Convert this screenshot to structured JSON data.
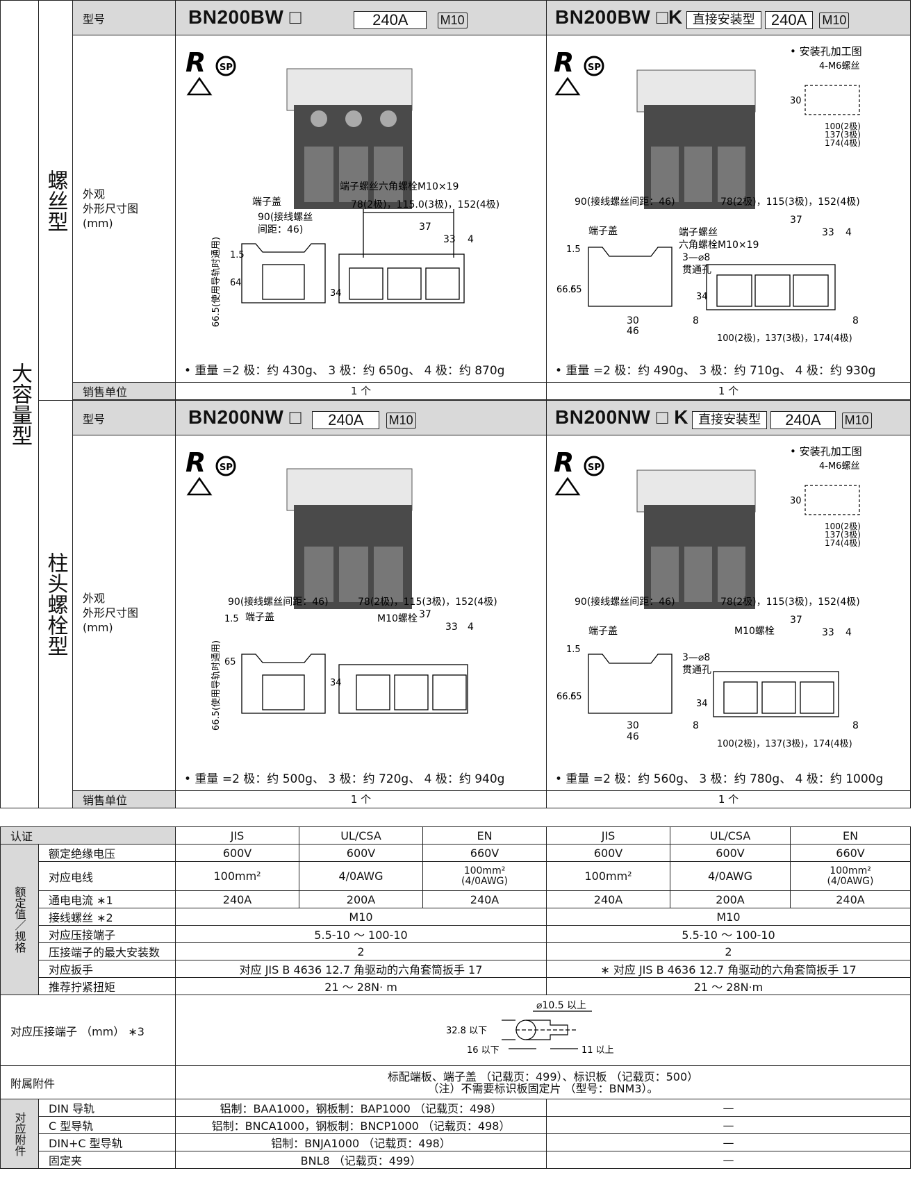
{
  "side_category": "大容量型",
  "screw_type_label": "螺丝型",
  "stud_type_label": "柱头螺栓型",
  "row_labels": {
    "model": "型号",
    "appearance": "外观\n外形尺寸图\n(mm)",
    "sales_unit": "销售单位"
  },
  "screw": {
    "left": {
      "model": "BN200BW □",
      "current": "240A",
      "bolt": "M10",
      "weight": "• 重量 =2 极：约 430g、 3 极：约 650g、 4 极：约 870g",
      "sales_unit": "1 个",
      "callouts": {
        "cover": "端子盖",
        "bolt_spec": "端子螺丝六角螺栓M10×19",
        "pitch_a": "90(接线螺丝",
        "pitch_b": "间距：46)",
        "rail": "66.5(使用导轨时通用)",
        "h_top": "1.5",
        "h_body": "64",
        "h_34": "34",
        "width": "78(2极)，115.0(3极)，152(4极)",
        "d37": "37",
        "d33": "33",
        "d4": "4"
      }
    },
    "right": {
      "model": "BN200BW □K",
      "direct": "直接安装型",
      "current": "240A",
      "bolt": "M10",
      "hole_title": "• 安装孔加工图",
      "hole_screw": "4-M6螺丝",
      "hole_h": "30",
      "hole_pitch": [
        "100(2极)",
        "137(3极)",
        "174(4极)"
      ],
      "weight": "• 重量 =2 极：约 490g、 3 极：约 710g、 4 极：约 930g",
      "sales_unit": "1 个",
      "callouts": {
        "pitch": "90(接线螺丝间距：46)",
        "width": "78(2极)，115(3极)，152(4极)",
        "cover": "端子盖",
        "screw_a": "端子螺丝",
        "screw_b": "六角螺栓M10×19",
        "hole_a": "3—⌀8",
        "hole_b": "贯通孔",
        "h_top": "1.5",
        "h_665": "66.5",
        "h_65": "65",
        "h_34": "34",
        "d37": "37",
        "d33": "33",
        "d4": "4",
        "d30": "30",
        "d46": "46",
        "d8": "8",
        "base": "100(2极)，137(3极)，174(4极)"
      }
    }
  },
  "stud": {
    "left": {
      "model": "BN200NW □",
      "current": "240A",
      "bolt": "M10",
      "weight": "• 重量 =2 极：约 500g、 3 极：约 720g、 4 极：约 940g",
      "sales_unit": "1 个",
      "callouts": {
        "pitch": "90(接线螺丝间距：46)",
        "width": "78(2极)，115(3极)，152(4极)",
        "cover": "端子盖",
        "bolt": "M10螺栓",
        "rail": "66.5(使用导轨时通用)",
        "h_top": "1.5",
        "h_65": "65",
        "h_34": "34",
        "d37": "37",
        "d33": "33",
        "d4": "4"
      }
    },
    "right": {
      "model": "BN200NW □ K",
      "direct": "直接安装型",
      "current": "240A",
      "bolt": "M10",
      "hole_title": "• 安装孔加工图",
      "hole_screw": "4-M6螺丝",
      "hole_h": "30",
      "hole_pitch": [
        "100(2极)",
        "137(3极)",
        "174(4极)"
      ],
      "weight": "• 重量 =2 极：约 560g、 3 极：约 780g、 4 极：约 1000g",
      "sales_unit": "1 个",
      "callouts": {
        "pitch": "90(接线螺丝间距：46)",
        "width": "78(2极)，115(3极)，152(4极)",
        "cover": "端子盖",
        "bolt": "M10螺栓",
        "hole_a": "3—⌀8",
        "hole_b": "贯通孔",
        "h_top": "1.5",
        "h_665": "66.5",
        "h_65": "65",
        "h_34": "34",
        "d37": "37",
        "d33": "33",
        "d4": "4",
        "d30": "30",
        "d46": "46",
        "d8": "8",
        "base": "100(2极)，137(3极)，174(4极)"
      }
    }
  },
  "cert_marks": {
    "ul": "R",
    "csa": "SP"
  },
  "spec": {
    "cert_label": "认证",
    "certs": [
      "JIS",
      "UL/CSA",
      "EN",
      "JIS",
      "UL/CSA",
      "EN"
    ],
    "rated_group": "额定值／规格",
    "rows": [
      {
        "label": "额定绝缘电压",
        "values": [
          "600V",
          "600V",
          "660V",
          "600V",
          "600V",
          "660V"
        ]
      },
      {
        "label": "对应电线",
        "values": [
          "100mm²",
          "4/0AWG",
          "100mm²\n(4/0AWG)",
          "100mm²",
          "4/0AWG",
          "100mm²\n(4/0AWG)"
        ]
      },
      {
        "label": "通电电流 ∗1",
        "values": [
          "240A",
          "200A",
          "240A",
          "240A",
          "200A",
          "240A"
        ]
      }
    ],
    "merged_rows": [
      {
        "label": "接线螺丝 ∗2",
        "left": "M10",
        "right": "M10"
      },
      {
        "label": "对应压接端子",
        "left": "5.5-10 ～ 100-10",
        "right": "5.5-10 ～ 100-10"
      },
      {
        "label": "压接端子的最大安装数",
        "left": "2",
        "right": "2"
      },
      {
        "label": "对应扳手",
        "left": "对应 JIS B 4636 12.7 角驱动的六角套筒扳手 17",
        "right": "∗ 对应 JIS B 4636 12.7 角驱动的六角套筒扳手 17"
      },
      {
        "label": "推荐拧紧扭矩",
        "left": "21 ～ 28N· m",
        "right": "21 ～ 28N·m"
      }
    ],
    "crimp": {
      "label": "对应压接端子 （mm） ∗3",
      "d_hole": "⌀10.5 以上",
      "w": "32.8 以下",
      "l1": "16 以下",
      "l2": "11 以上"
    },
    "accessories_label": "附属附件",
    "accessories_1": "标配端板、端子盖 （记载页：499）、标识板 （记载页：500）",
    "accessories_2": "（注）不需要标识板固定片 （型号：BNM3）。",
    "optional_group": "对应附件",
    "optional": [
      {
        "label": "DIN 导轨",
        "left": "铝制：BAA1000，钢板制：BAP1000 （记载页：498）",
        "right": "—"
      },
      {
        "label": "C 型导轨",
        "left": "铝制：BNCA1000，钢板制：BNCP1000 （记载页：498）",
        "right": "—"
      },
      {
        "label": "DIN+C 型导轨",
        "left": "铝制：BNJA1000 （记载页：498）",
        "right": "—"
      },
      {
        "label": "固定夹",
        "left": "BNL8 （记载页：499）",
        "right": "—"
      }
    ]
  }
}
